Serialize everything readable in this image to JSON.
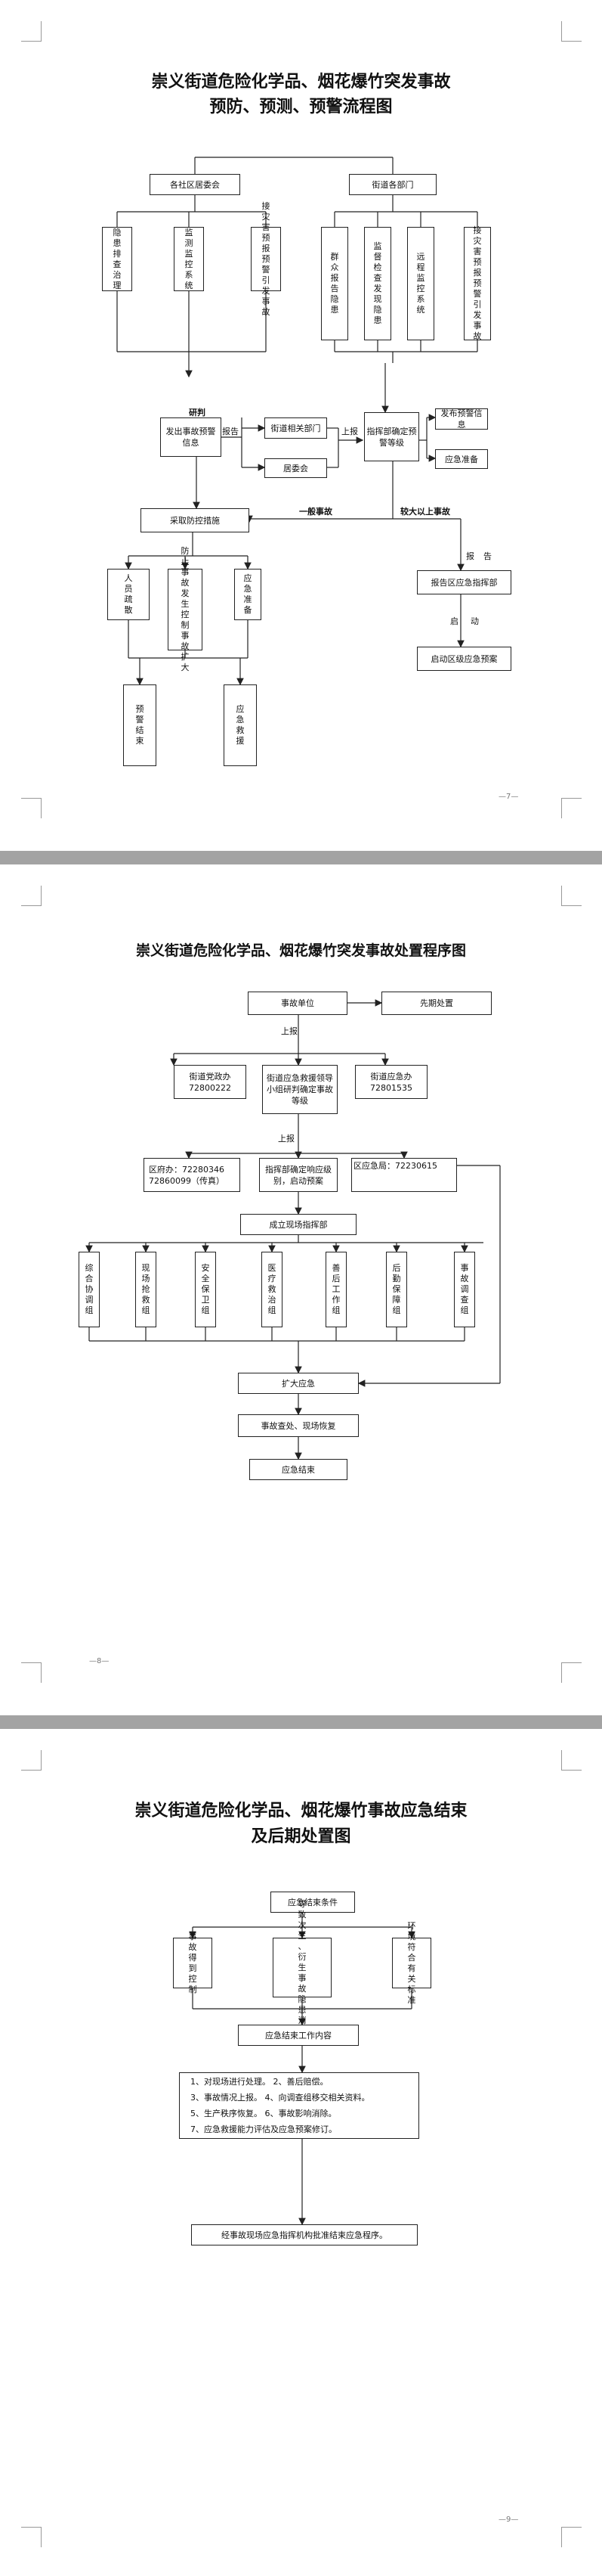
{
  "page1": {
    "title_line1": "崇义街道危险化学品、烟花爆竹突发事故",
    "title_line2": "预防、预测、预警流程图",
    "top_left": "各社区居委会",
    "top_right": "街道各部门",
    "left_col": [
      "隐患排查治理",
      "监测监控系统",
      "接灾害预报预警引发事故"
    ],
    "right_col": [
      "群众报告隐患",
      "监督检查发现隐患",
      "远程监控系统",
      "接灾害预报预警引发事故"
    ],
    "issue_warning": "发出事故预警信息",
    "study_label": "研判",
    "report_label": "报告",
    "escalate_label": "上报",
    "dept_relevant": "街道相关部门",
    "residents_committee": "居委会",
    "command_grade": "指挥部确定预警等级",
    "publish_warning": "发布预警信息",
    "emergency_prep": "应急准备",
    "take_measures": "采取防控措施",
    "general_incident": "一般事故",
    "major_incident": "较大以上事故",
    "report_label2": "报告",
    "launch_label": "启动",
    "report_district": "报告区应急指挥部",
    "launch_district": "启动区级应急预案",
    "measure_cols": [
      "人员疏散",
      "防止事故发生控制事故扩大",
      "应急准备"
    ],
    "end_cols": [
      "预警结束",
      "应急救援"
    ],
    "page_no": "—7—"
  },
  "page2": {
    "title": "崇义街道危险化学品、烟花爆竹突发事故处置程序图",
    "incident_unit": "事故单位",
    "first_response": "先期处置",
    "report_label": "上报",
    "escalate_label": "上报",
    "office_left_name": "街道党政办",
    "office_left_phone": "72800222",
    "leading_group": "街道应急救援领导小组研判确定事故等级",
    "office_right_name": "街道应急办",
    "office_right_phone": "72801535",
    "district_gov_line1": "区府办：72280346",
    "district_gov_line2": "72860099（传真）",
    "determine_response": "指挥部确定响应级别，启动预案",
    "district_emerg": "区应急局：72230615",
    "onsite_hq": "成立现场指挥部",
    "groups": [
      "综合协调组",
      "现场抢救组",
      "安全保卫组",
      "医疗救治组",
      "善后工作组",
      "后勤保障组",
      "事故调查组"
    ],
    "expand_response": "扩大应急",
    "recovery": "事故查处、现场恢复",
    "end": "应急结束",
    "page_no": "—8—"
  },
  "page3": {
    "title_line1": "崇义街道危险化学品、烟花爆竹事故应急结束",
    "title_line2": "及后期处置图",
    "end_conditions": "应急结束条件",
    "cond_cols": [
      "事故得到控制",
      "导致次生、衍生事故隐患消除",
      "环境符合有关标准"
    ],
    "end_work": "应急结束工作内容",
    "work_items": [
      "1、对现场进行处理。    2、善后赔偿。",
      "3、事故情况上报。 4、向调查组移交相关资料。",
      "5、生产秩序恢复。 6、事故影响消除。",
      "7、应急救援能力评估及应急预案修订。"
    ],
    "final": "经事故现场应急指挥机构批准结束应急程序。",
    "page_no": "—9—"
  }
}
